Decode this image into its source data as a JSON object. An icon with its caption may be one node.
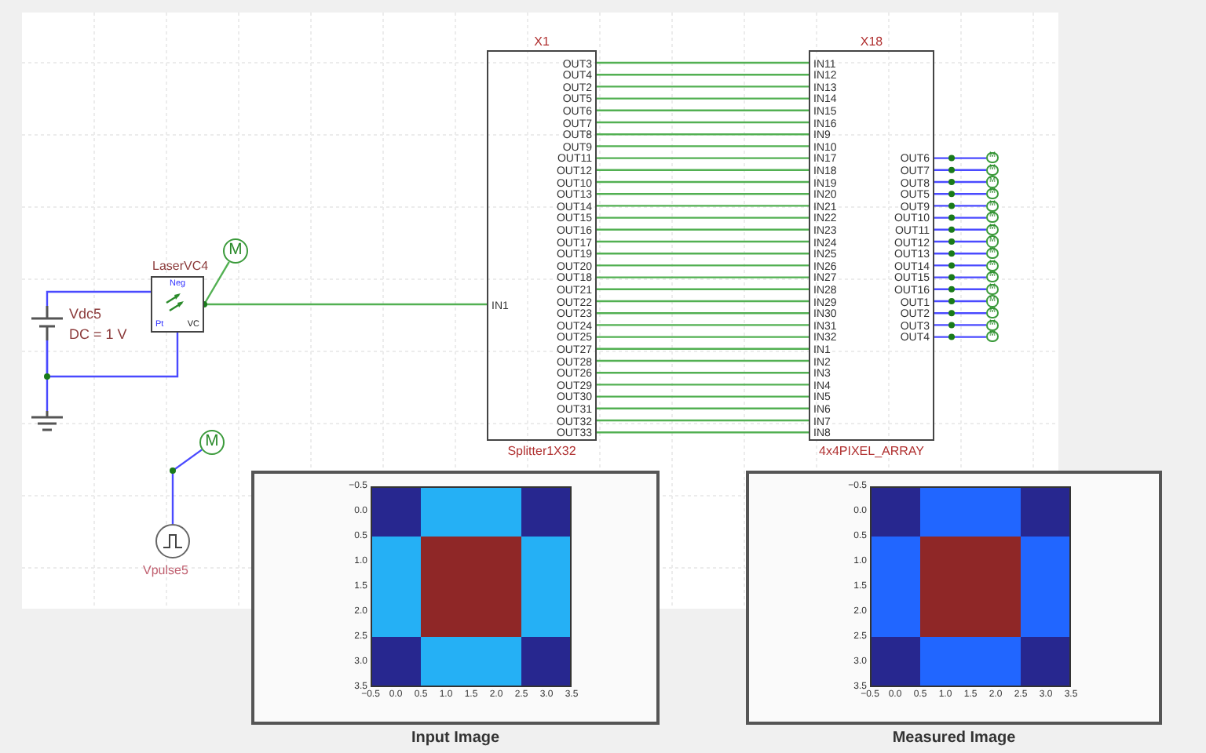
{
  "diagram": {
    "nodes": [
      {
        "text": [
          "Vdc5",
          "DC = 1 V"
        ]
      },
      {
        "text": [
          "LaserVC4",
          "Neg",
          "VC",
          "Pt"
        ]
      },
      {
        "text": [
          "M"
        ]
      },
      {
        "text": [],
        "shape": "ground"
      },
      {
        "text": [
          "X1",
          "Splitter1X32"
        ]
      },
      {
        "text": [
          "IN1"
        ],
        "in": 4
      },
      {
        "text": [
          "OUT3"
        ],
        "in": 4
      },
      {
        "text": [
          "OUT4"
        ],
        "in": 4
      },
      {
        "text": [
          "OUT2"
        ],
        "in": 4
      },
      {
        "text": [
          "OUT5"
        ],
        "in": 4
      },
      {
        "text": [
          "OUT6"
        ],
        "in": 4
      },
      {
        "text": [
          "OUT7"
        ],
        "in": 4
      },
      {
        "text": [
          "OUT8"
        ],
        "in": 4
      },
      {
        "text": [
          "OUT9"
        ],
        "in": 4
      },
      {
        "text": [
          "OUT11"
        ],
        "in": 4
      },
      {
        "text": [
          "OUT12"
        ],
        "in": 4
      },
      {
        "text": [
          "OUT10"
        ],
        "in": 4
      },
      {
        "text": [
          "OUT13"
        ],
        "in": 4
      },
      {
        "text": [
          "OUT14"
        ],
        "in": 4
      },
      {
        "text": [
          "OUT15"
        ],
        "in": 4
      },
      {
        "text": [
          "OUT16"
        ],
        "in": 4
      },
      {
        "text": [
          "OUT17"
        ],
        "in": 4
      },
      {
        "text": [
          "OUT19"
        ],
        "in": 4
      },
      {
        "text": [
          "OUT20"
        ],
        "in": 4
      },
      {
        "text": [
          "OUT18"
        ],
        "in": 4
      },
      {
        "text": [
          "OUT21"
        ],
        "in": 4
      },
      {
        "text": [
          "OUT22"
        ],
        "in": 4
      },
      {
        "text": [
          "OUT23"
        ],
        "in": 4
      },
      {
        "text": [
          "OUT24"
        ],
        "in": 4
      },
      {
        "text": [
          "OUT25"
        ],
        "in": 4
      },
      {
        "text": [
          "OUT27"
        ],
        "in": 4
      },
      {
        "text": [
          "OUT28"
        ],
        "in": 4
      },
      {
        "text": [
          "OUT26"
        ],
        "in": 4
      },
      {
        "text": [
          "OUT29"
        ],
        "in": 4
      },
      {
        "text": [
          "OUT30"
        ],
        "in": 4
      },
      {
        "text": [
          "OUT31"
        ],
        "in": 4
      },
      {
        "text": [
          "OUT32"
        ],
        "in": 4
      },
      {
        "text": [
          "OUT33"
        ],
        "in": 4
      },
      {
        "text": [
          "X18",
          "4x4PIXEL_ARRAY"
        ]
      },
      {
        "text": [
          "IN11"
        ],
        "in": 38
      },
      {
        "text": [
          "IN12"
        ],
        "in": 38
      },
      {
        "text": [
          "IN13"
        ],
        "in": 38
      },
      {
        "text": [
          "IN14"
        ],
        "in": 38
      },
      {
        "text": [
          "IN15"
        ],
        "in": 38
      },
      {
        "text": [
          "IN16"
        ],
        "in": 38
      },
      {
        "text": [
          "IN9"
        ],
        "in": 38
      },
      {
        "text": [
          "IN10"
        ],
        "in": 38
      },
      {
        "text": [
          "IN17"
        ],
        "in": 38
      },
      {
        "text": [
          "IN18"
        ],
        "in": 38
      },
      {
        "text": [
          "IN19"
        ],
        "in": 38
      },
      {
        "text": [
          "IN20"
        ],
        "in": 38
      },
      {
        "text": [
          "IN21"
        ],
        "in": 38
      },
      {
        "text": [
          "IN22"
        ],
        "in": 38
      },
      {
        "text": [
          "IN23"
        ],
        "in": 38
      },
      {
        "text": [
          "IN24"
        ],
        "in": 38
      },
      {
        "text": [
          "IN25"
        ],
        "in": 38
      },
      {
        "text": [
          "IN26"
        ],
        "in": 38
      },
      {
        "text": [
          "IN27"
        ],
        "in": 38
      },
      {
        "text": [
          "IN28"
        ],
        "in": 38
      },
      {
        "text": [
          "IN29"
        ],
        "in": 38
      },
      {
        "text": [
          "IN30"
        ],
        "in": 38
      },
      {
        "text": [
          "IN31"
        ],
        "in": 38
      },
      {
        "text": [
          "IN32"
        ],
        "in": 38
      },
      {
        "text": [
          "IN1"
        ],
        "in": 38
      },
      {
        "text": [
          "IN2"
        ],
        "in": 38
      },
      {
        "text": [
          "IN3"
        ],
        "in": 38
      },
      {
        "text": [
          "IN4"
        ],
        "in": 38
      },
      {
        "text": [
          "IN5"
        ],
        "in": 38
      },
      {
        "text": [
          "IN6"
        ],
        "in": 38
      },
      {
        "text": [
          "IN7"
        ],
        "in": 38
      },
      {
        "text": [
          "IN8"
        ],
        "in": 38
      },
      {
        "text": [
          "OUT6"
        ],
        "in": 38
      },
      {
        "text": [
          "OUT7"
        ],
        "in": 38
      },
      {
        "text": [
          "OUT8"
        ],
        "in": 38
      },
      {
        "text": [
          "OUT5"
        ],
        "in": 38
      },
      {
        "text": [
          "OUT9"
        ],
        "in": 38
      },
      {
        "text": [
          "OUT10"
        ],
        "in": 38
      },
      {
        "text": [
          "OUT11"
        ],
        "in": 38
      },
      {
        "text": [
          "OUT12"
        ],
        "in": 38
      },
      {
        "text": [
          "OUT13"
        ],
        "in": 38
      },
      {
        "text": [
          "OUT14"
        ],
        "in": 38
      },
      {
        "text": [
          "OUT15"
        ],
        "in": 38
      },
      {
        "text": [
          "OUT16"
        ],
        "in": 38
      },
      {
        "text": [
          "OUT1"
        ],
        "in": 38
      },
      {
        "text": [
          "OUT2"
        ],
        "in": 38
      },
      {
        "text": [
          "OUT3"
        ],
        "in": 38
      },
      {
        "text": [
          "OUT4"
        ],
        "in": 38
      },
      {
        "text": [
          "M"
        ]
      },
      {
        "text": [
          "M"
        ]
      },
      {
        "text": [
          "M"
        ]
      },
      {
        "text": [
          "M"
        ]
      },
      {
        "text": [
          "M"
        ]
      },
      {
        "text": [
          "M"
        ]
      },
      {
        "text": [
          "M"
        ]
      },
      {
        "text": [
          "M"
        ]
      },
      {
        "text": [
          "M"
        ]
      },
      {
        "text": [
          "M"
        ]
      },
      {
        "text": [
          "M"
        ]
      },
      {
        "text": [
          "M"
        ]
      },
      {
        "text": [
          "M"
        ]
      },
      {
        "text": [
          "M"
        ]
      },
      {
        "text": [
          "M"
        ]
      },
      {
        "text": [
          "M"
        ]
      },
      {
        "text": [
          "M"
        ]
      },
      {
        "text": [
          "Vpulse5"
        ]
      },
      {
        "text": [
          "Input Image"
        ]
      },
      {
        "text": [
          "Measured Image"
        ]
      }
    ],
    "edges": [
      {
        "from": 0,
        "to": 1,
        "arrow": "none",
        "color": "#4a4aff"
      },
      {
        "from": 0,
        "to": 1,
        "arrow": "none",
        "color": "#4a4aff"
      },
      {
        "from": 0,
        "to": 3,
        "arrow": "none",
        "color": "#4a4aff"
      },
      {
        "from": 1,
        "to": 5,
        "arrow": "none"
      },
      {
        "from": 1,
        "to": 2,
        "arrow": "none"
      },
      {
        "from": 6,
        "to": 39,
        "arrow": "none"
      },
      {
        "from": 7,
        "to": 40,
        "arrow": "none"
      },
      {
        "from": 8,
        "to": 41,
        "arrow": "none"
      },
      {
        "from": 9,
        "to": 42,
        "arrow": "none"
      },
      {
        "from": 10,
        "to": 43,
        "arrow": "none"
      },
      {
        "from": 11,
        "to": 44,
        "arrow": "none"
      },
      {
        "from": 12,
        "to": 45,
        "arrow": "none"
      },
      {
        "from": 13,
        "to": 46,
        "arrow": "none"
      },
      {
        "from": 14,
        "to": 47,
        "arrow": "none"
      },
      {
        "from": 15,
        "to": 48,
        "arrow": "none"
      },
      {
        "from": 16,
        "to": 49,
        "arrow": "none"
      },
      {
        "from": 17,
        "to": 50,
        "arrow": "none"
      },
      {
        "from": 18,
        "to": 51,
        "arrow": "none"
      },
      {
        "from": 19,
        "to": 52,
        "arrow": "none"
      },
      {
        "from": 20,
        "to": 53,
        "arrow": "none"
      },
      {
        "from": 21,
        "to": 54,
        "arrow": "none"
      },
      {
        "from": 22,
        "to": 55,
        "arrow": "none"
      },
      {
        "from": 23,
        "to": 56,
        "arrow": "none"
      },
      {
        "from": 24,
        "to": 57,
        "arrow": "none"
      },
      {
        "from": 25,
        "to": 58,
        "arrow": "none"
      },
      {
        "from": 26,
        "to": 59,
        "arrow": "none"
      },
      {
        "from": 27,
        "to": 60,
        "arrow": "none"
      },
      {
        "from": 28,
        "to": 61,
        "arrow": "none"
      },
      {
        "from": 29,
        "to": 62,
        "arrow": "none"
      },
      {
        "from": 30,
        "to": 63,
        "arrow": "none"
      },
      {
        "from": 31,
        "to": 64,
        "arrow": "none"
      },
      {
        "from": 32,
        "to": 65,
        "arrow": "none"
      },
      {
        "from": 33,
        "to": 66,
        "arrow": "none"
      },
      {
        "from": 34,
        "to": 67,
        "arrow": "none"
      },
      {
        "from": 35,
        "to": 68,
        "arrow": "none"
      },
      {
        "from": 36,
        "to": 69,
        "arrow": "none"
      },
      {
        "from": 37,
        "to": 70,
        "arrow": "none"
      },
      {
        "from": 71,
        "to": 87,
        "arrow": "none",
        "color": "#4a4aff"
      },
      {
        "from": 72,
        "to": 88,
        "arrow": "none",
        "color": "#4a4aff"
      },
      {
        "from": 73,
        "to": 89,
        "arrow": "none",
        "color": "#4a4aff"
      },
      {
        "from": 74,
        "to": 90,
        "arrow": "none",
        "color": "#4a4aff"
      },
      {
        "from": 75,
        "to": 91,
        "arrow": "none",
        "color": "#4a4aff"
      },
      {
        "from": 76,
        "to": 92,
        "arrow": "none",
        "color": "#4a4aff"
      },
      {
        "from": 77,
        "to": 93,
        "arrow": "none",
        "color": "#4a4aff"
      },
      {
        "from": 78,
        "to": 94,
        "arrow": "none",
        "color": "#4a4aff"
      },
      {
        "from": 79,
        "to": 95,
        "arrow": "none",
        "color": "#4a4aff"
      },
      {
        "from": 80,
        "to": 96,
        "arrow": "none",
        "color": "#4a4aff"
      },
      {
        "from": 81,
        "to": 97,
        "arrow": "none",
        "color": "#4a4aff"
      },
      {
        "from": 82,
        "to": 98,
        "arrow": "none",
        "color": "#4a4aff"
      },
      {
        "from": 83,
        "to": 99,
        "arrow": "none",
        "color": "#4a4aff"
      },
      {
        "from": 84,
        "to": 100,
        "arrow": "none",
        "color": "#4a4aff"
      },
      {
        "from": 85,
        "to": 101,
        "arrow": "none",
        "color": "#4a4aff"
      },
      {
        "from": 86,
        "to": 102,
        "arrow": "none",
        "color": "#4a4aff"
      },
      {
        "from": 104,
        "to": 103,
        "arrow": "none",
        "color": "#4a4aff"
      }
    ],
    "labels": [
      "−0.5",
      "0.0",
      "0.5",
      "1.0",
      "1.5",
      "2.0",
      "2.5",
      "3.0",
      "3.5",
      "−0.5",
      "0.0",
      "0.5",
      "1.0",
      "1.5",
      "2.0",
      "2.5",
      "3.0",
      "3.5",
      "−0.5",
      "0.0",
      "0.5",
      "1.0",
      "1.5",
      "2.0",
      "2.5",
      "3.0",
      "3.5",
      "−0.5",
      "0.0",
      "0.5",
      "1.0",
      "1.5",
      "2.0",
      "2.5",
      "3.0",
      "3.5"
    ]
  }
}
